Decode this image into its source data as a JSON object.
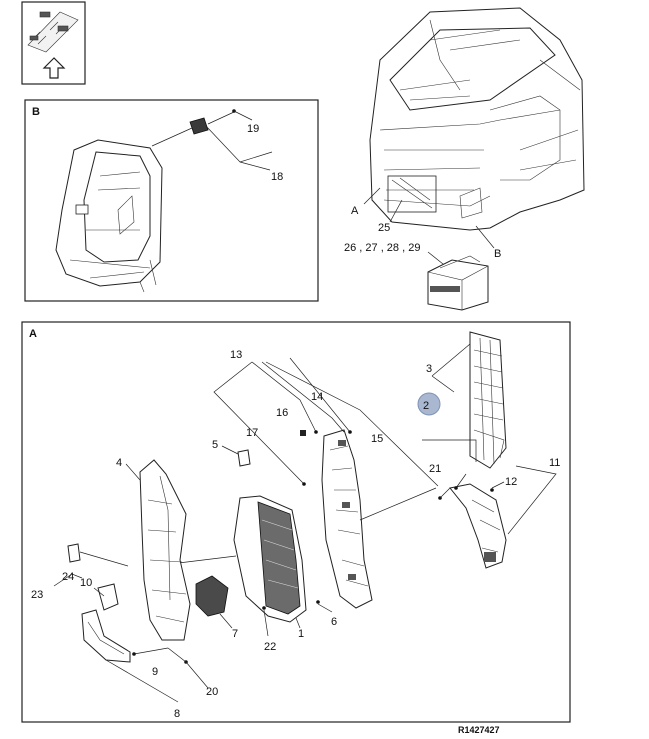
{
  "boxes": {
    "nav": {
      "arrow_icon": "up-arrow-icon"
    },
    "b": {
      "title": "B"
    },
    "a": {
      "title": "A"
    }
  },
  "callouts": {
    "cab_a": "A",
    "cab_b": "B",
    "c25": "25",
    "kit": "26 , 27 , 28 , 29",
    "c19": "19",
    "c18": "18",
    "c13": "13",
    "c14": "14",
    "c16": "16",
    "c15": "15",
    "c17": "17",
    "c3": "3",
    "c2": "2",
    "c5": "5",
    "c4": "4",
    "c21": "21",
    "c11": "11",
    "c12": "12",
    "c24": "24",
    "c23": "23",
    "c10": "10",
    "c7": "7",
    "c22": "22",
    "c1": "1",
    "c6": "6",
    "c9": "9",
    "c20": "20",
    "c8": "8"
  },
  "reference": "R1427427",
  "highlight_color": "#a9b8d0"
}
